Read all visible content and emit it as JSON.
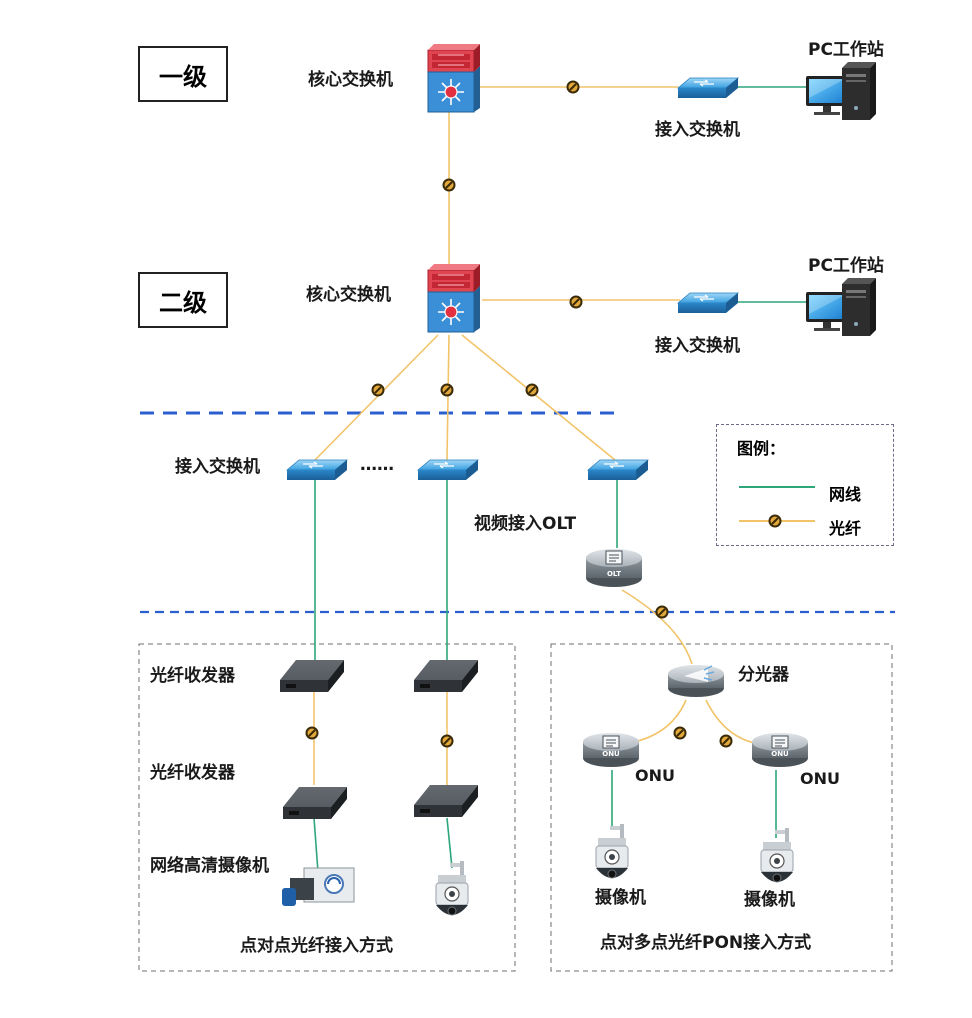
{
  "levels": {
    "level1": "一级",
    "level2": "二级"
  },
  "labels": {
    "core_switch_1": "核心交换机",
    "core_switch_2": "核心交换机",
    "pc_workstation_1": "PC工作站",
    "pc_workstation_2": "PC工作站",
    "access_switch_1": "接入交换机",
    "access_switch_2": "接入交换机",
    "access_switch_3": "接入交换机",
    "ellipsis": "……",
    "video_olt": "视频接入OLT",
    "fiber_transceiver_1": "光纤收发器",
    "fiber_transceiver_2": "光纤收发器",
    "hd_camera": "网络高清摄像机",
    "p2p_caption": "点对点光纤接入方式",
    "splitter": "分光器",
    "onu_1": "ONU",
    "onu_2": "ONU",
    "camera_1": "摄像机",
    "camera_2": "摄像机",
    "pon_caption": "点对多点光纤PON接入方式"
  },
  "legend": {
    "title": "图例：",
    "network_cable": "网线",
    "optical_fiber": "光纤"
  },
  "colors": {
    "network_cable": "#2ea67a",
    "optical_fiber": "#f2c46a",
    "fiber_node": "#3a2a08",
    "divider": "#2b5fd0",
    "switch_blue": "#3aa3e3",
    "core_red": "#d8323f"
  }
}
